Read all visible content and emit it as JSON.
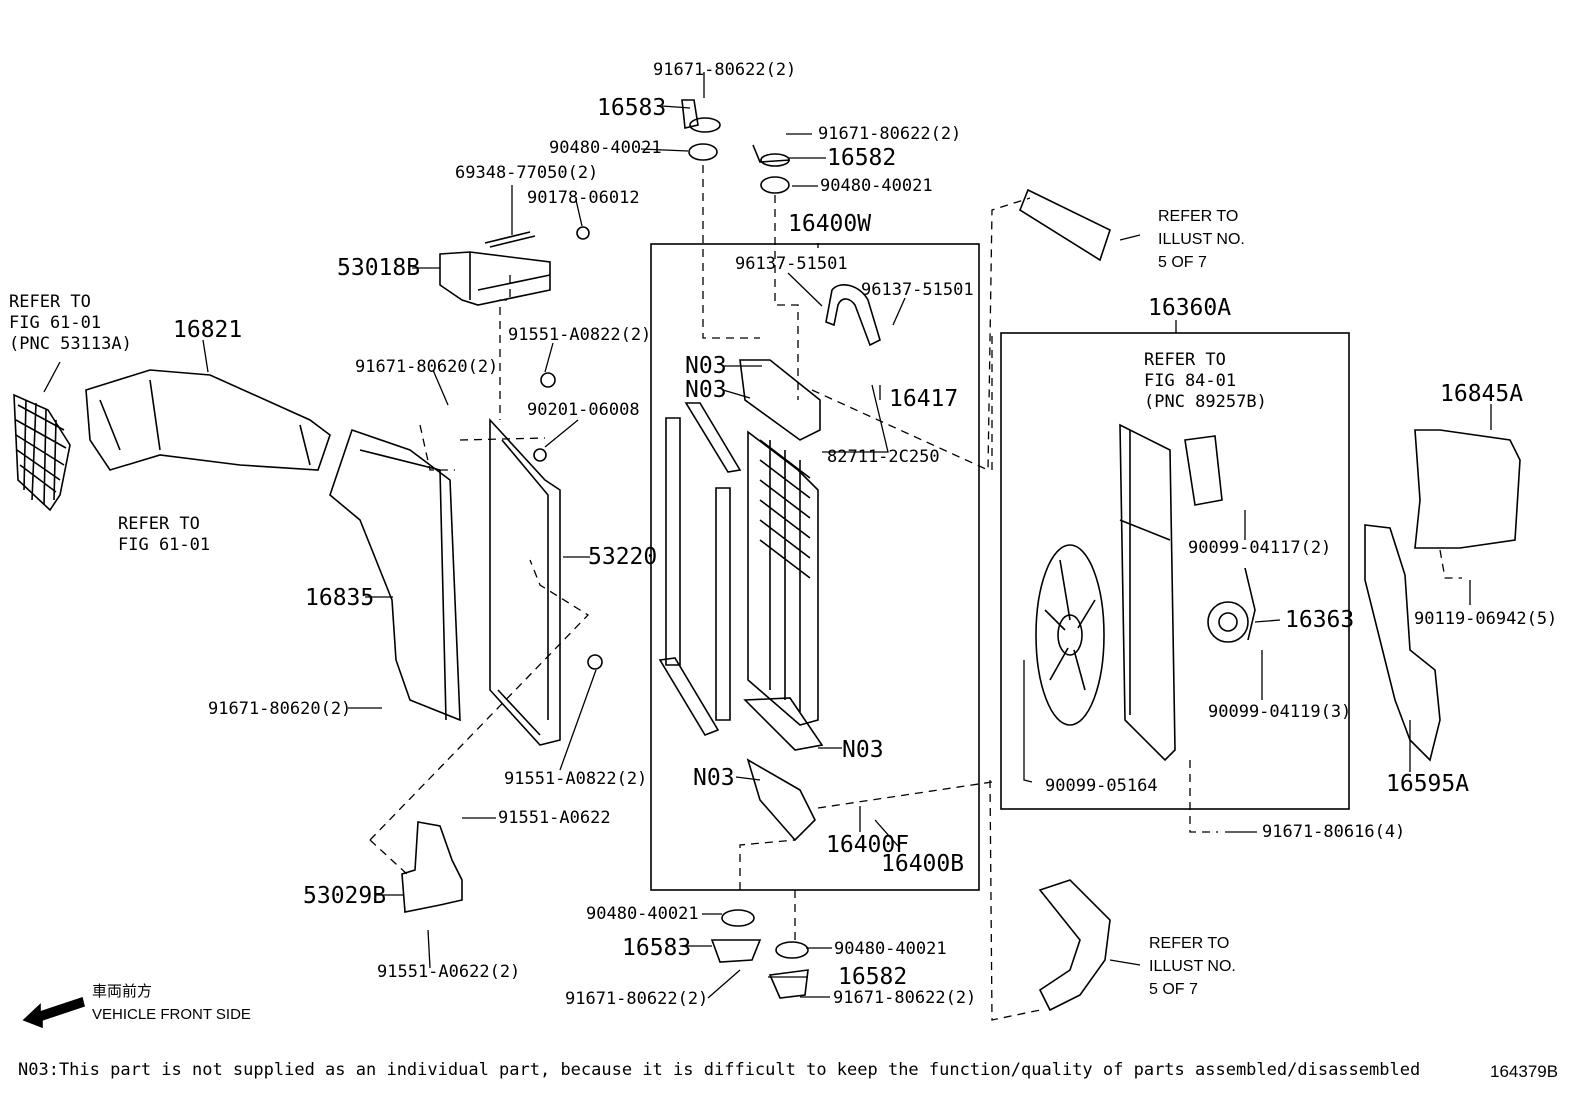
{
  "labels": {
    "p16583_top": "16583",
    "b91671_80622_top": "91671-80622(2)",
    "w90480_40021_top": "90480-40021",
    "b91671_80622_mid": "91671-80622(2)",
    "p16582_top": "16582",
    "w90480_40021_mid": "90480-40021",
    "b69348_77050": "69348-77050(2)",
    "n90178_06012": "90178-06012",
    "p53018B": "53018B",
    "p16400W": "16400W",
    "h96137_51501_a": "96137-51501",
    "h96137_51501_b": "96137-51501",
    "p16821": "16821",
    "b91671_80620_top": "91671-80620(2)",
    "b91551_A0822_top": "91551-A0822(2)",
    "n03_a": "N03",
    "n03_b": "N03",
    "p16417": "16417",
    "c90201_06008": "90201-06008",
    "c82711_2C250": "82711-2C250",
    "p16360A": "16360A",
    "p16845A": "16845A",
    "p53220": "53220",
    "p16835": "16835",
    "b90099_04117": "90099-04117(2)",
    "p16363": "16363",
    "b90119_06942": "90119-06942(5)",
    "b91671_80620_bot": "91671-80620(2)",
    "b90099_04119": "90099-04119(3)",
    "n03_c": "N03",
    "b91551_A0822_bot": "91551-A0822(2)",
    "n03_d": "N03",
    "b90099_05164": "90099-05164",
    "p16595A": "16595A",
    "b91551_A0622": "91551-A0622",
    "p16400F": "16400F",
    "p16400B": "16400B",
    "b91671_80616": "91671-80616(4)",
    "p53029B": "53029B",
    "w90480_40021_bl": "90480-40021",
    "p16583_bot": "16583",
    "w90480_40021_br": "90480-40021",
    "p16582_bot": "16582",
    "b91671_80622_bl": "91671-80622(2)",
    "b91671_80622_br": "91671-80622(2)",
    "b91551_A0622_bot": "91551-A0622(2)"
  },
  "refs": {
    "fig61_top": "REFER TO\nFIG 61-01\n(PNC 53113A)",
    "fig61_bot": "REFER TO\nFIG 61-01",
    "illust_top": "REFER TO\nILLUST NO.\n5 OF 7",
    "fig84": "REFER TO\nFIG 84-01\n(PNC 89257B)",
    "illust_bot": "REFER TO\nILLUST NO.\n5 OF 7"
  },
  "direction": {
    "japanese": "車両前方",
    "english": "VEHICLE FRONT SIDE"
  },
  "footnote": "N03:This part is not supplied as an individual part, because it is difficult to keep the function/quality of parts assembled/disassembled",
  "figure_number": "164379B",
  "colors": {
    "ink": "#000000",
    "paper": "#ffffff"
  }
}
